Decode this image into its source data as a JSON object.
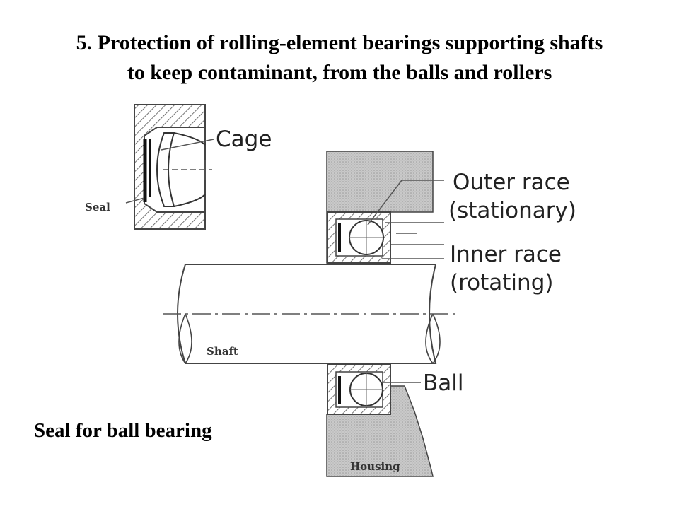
{
  "title": {
    "line1": "5. Protection of rolling-element bearings supporting shafts",
    "line2": "to keep contaminant, from the balls and rollers"
  },
  "caption": "Seal for ball bearing",
  "labels": {
    "cage": "Cage",
    "seal": "Seal",
    "outer_race_1": "Outer race",
    "outer_race_2": "(stationary)",
    "inner_race_1": "Inner race",
    "inner_race_2": "(rotating)",
    "ball": "Ball",
    "shaft": "Shaft",
    "housing": "Housing"
  }
}
